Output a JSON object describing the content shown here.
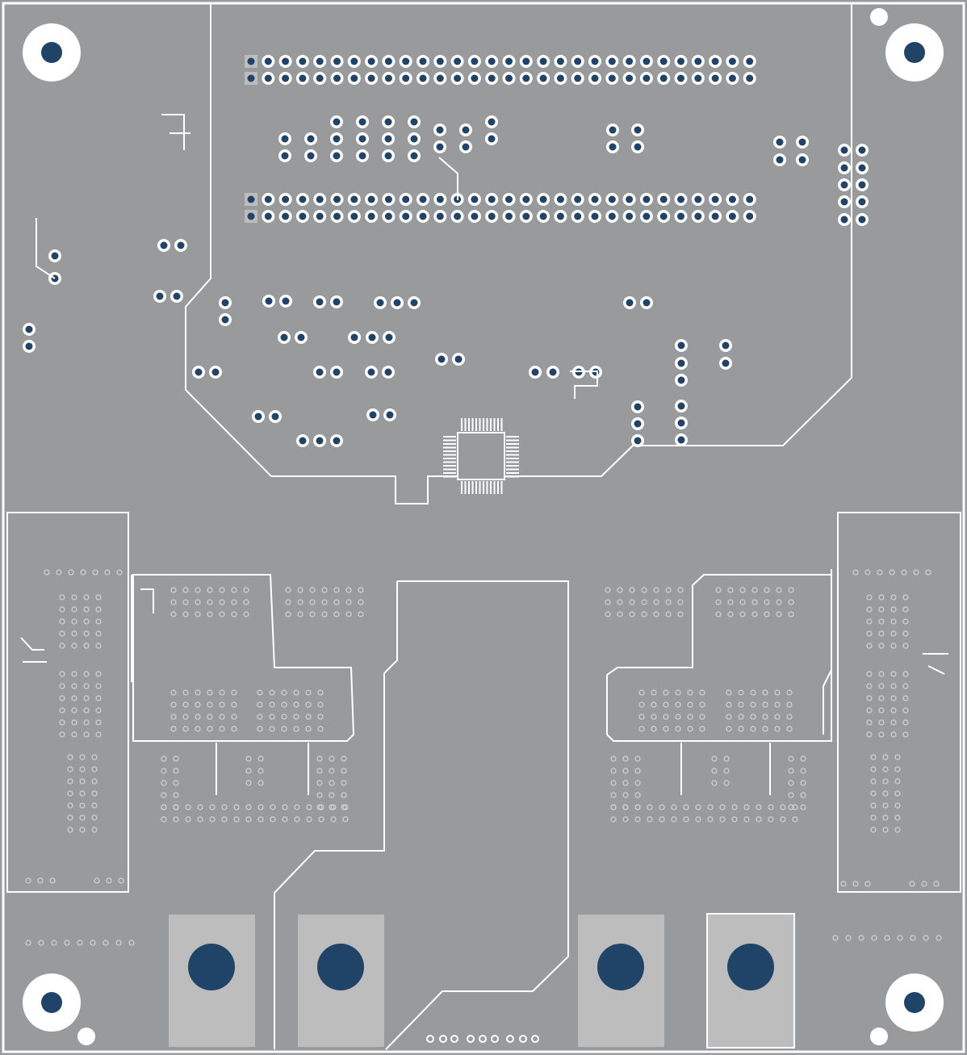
{
  "colors": {
    "board": "#999a9c",
    "outline": "#ffffff",
    "drill": "#1f4467",
    "pad_light": "#bdbdbd",
    "via": "#d4d4d4"
  },
  "headers": {
    "pitch": "2.54mm",
    "top_rows_pins": 30,
    "mid_rows_pins": 30
  }
}
